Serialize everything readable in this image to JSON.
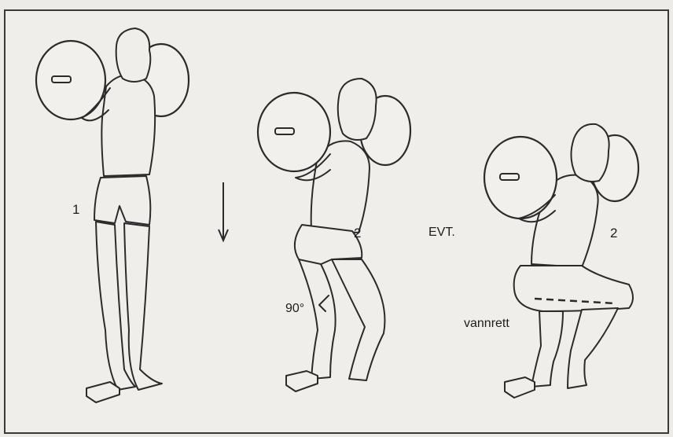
{
  "figure": {
    "labels": {
      "step_1": "1",
      "step_2_a": "2",
      "or_text": "EVT.",
      "step_2_b": "2",
      "angle": "90°",
      "horizontal": "vannrett"
    },
    "colors": {
      "background": "#ecebe8",
      "line": "#2b2b2b",
      "frame": "#3a3a3a"
    }
  }
}
